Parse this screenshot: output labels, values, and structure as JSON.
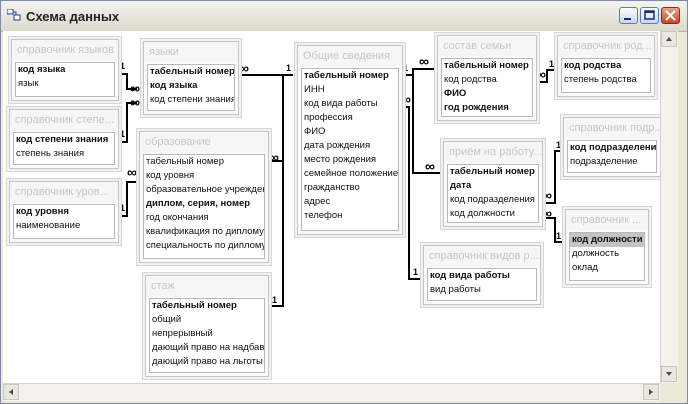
{
  "window": {
    "title": "Схема данных"
  },
  "tables": {
    "sprav_yazykov": {
      "title": "справочник языков",
      "fields": [
        "код языка",
        "язык"
      ]
    },
    "sprav_stepeni": {
      "title": "справочник степе...",
      "fields": [
        "код степени знания",
        "степень знания"
      ]
    },
    "sprav_urovnya": {
      "title": "справочник уров...",
      "fields": [
        "код уровня",
        "наименование"
      ]
    },
    "yazyki": {
      "title": "языки",
      "fields": [
        "табельный номер",
        "код языка",
        "код степени знания"
      ]
    },
    "obrazovanie": {
      "title": "образование",
      "fields": [
        "табельный номер",
        "код уровня",
        "образовательное учреждение",
        "диплом, серия, номер",
        "год окончания",
        "квалификация по диплому",
        "специальность по диплому"
      ]
    },
    "stazh": {
      "title": "стаж",
      "fields": [
        "табельный номер",
        "общий",
        "непрерывный",
        "дающий право на надбавку",
        "дающий право на льготы"
      ]
    },
    "obshchie": {
      "title": "Общие сведения",
      "fields": [
        "табельный номер",
        "ИНН",
        "код вида работы",
        "профессия",
        "ФИО",
        "дата рождения",
        "место рождения",
        "семейное положение",
        "гражданство",
        "адрес",
        "телефон"
      ]
    },
    "sostav_semi": {
      "title": "состав семьи",
      "fields": [
        "табельный номер",
        "код родства",
        "ФИО",
        "год рождения"
      ]
    },
    "sprav_rodstva": {
      "title": "справочник род...",
      "fields": [
        "код родства",
        "степень родства"
      ]
    },
    "priem": {
      "title": "приём на работу...",
      "fields": [
        "табельный номер",
        "дата",
        "код подразделения",
        "код должности"
      ]
    },
    "sprav_podr": {
      "title": "справочник подр...",
      "fields": [
        "код подразделения",
        "подразделение"
      ]
    },
    "sprav_dolzh": {
      "title": "справочник ...",
      "fields": [
        "код должности",
        "должность",
        "оклад"
      ]
    },
    "sprav_vidov": {
      "title": "справочник видов р...",
      "fields": [
        "код вида работы",
        "вид работы"
      ]
    }
  },
  "relation_labels": {
    "one": "1",
    "many": "∞"
  },
  "colors": {
    "title_bar": "#dcd9cc",
    "canvas": "#ffffff",
    "selected_field": "#c4c4c4",
    "table_header_text": "#c7c7c7"
  },
  "icons": [
    "app-icon",
    "minimize-icon",
    "maximize-icon",
    "close-icon",
    "scroll-up-icon",
    "scroll-down-icon",
    "scroll-left-icon",
    "scroll-right-icon"
  ]
}
